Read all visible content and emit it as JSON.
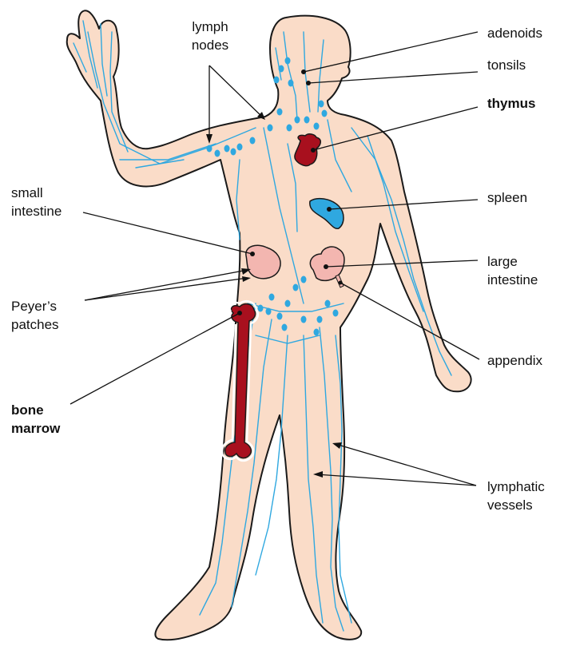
{
  "labels": {
    "lymph_nodes": [
      "lymph",
      "nodes"
    ],
    "adenoids": "adenoids",
    "tonsils": "tonsils",
    "thymus": "thymus",
    "small_intestine": [
      "small",
      "intestine"
    ],
    "spleen": "spleen",
    "large_intestine": [
      "large",
      "intestine"
    ],
    "peyers_patches": [
      "Peyer’s",
      "patches"
    ],
    "appendix": "appendix",
    "bone_marrow": [
      "bone",
      "marrow"
    ],
    "lymphatic_vessels": [
      "lymphatic",
      "vessels"
    ]
  },
  "colors": {
    "skin": "#fadcc8",
    "outline": "#1a1a1a",
    "lymph": "#2fa8e0",
    "marrow": "#a8101e",
    "organ_pink": "#f3b6b0",
    "line": "#111111"
  }
}
